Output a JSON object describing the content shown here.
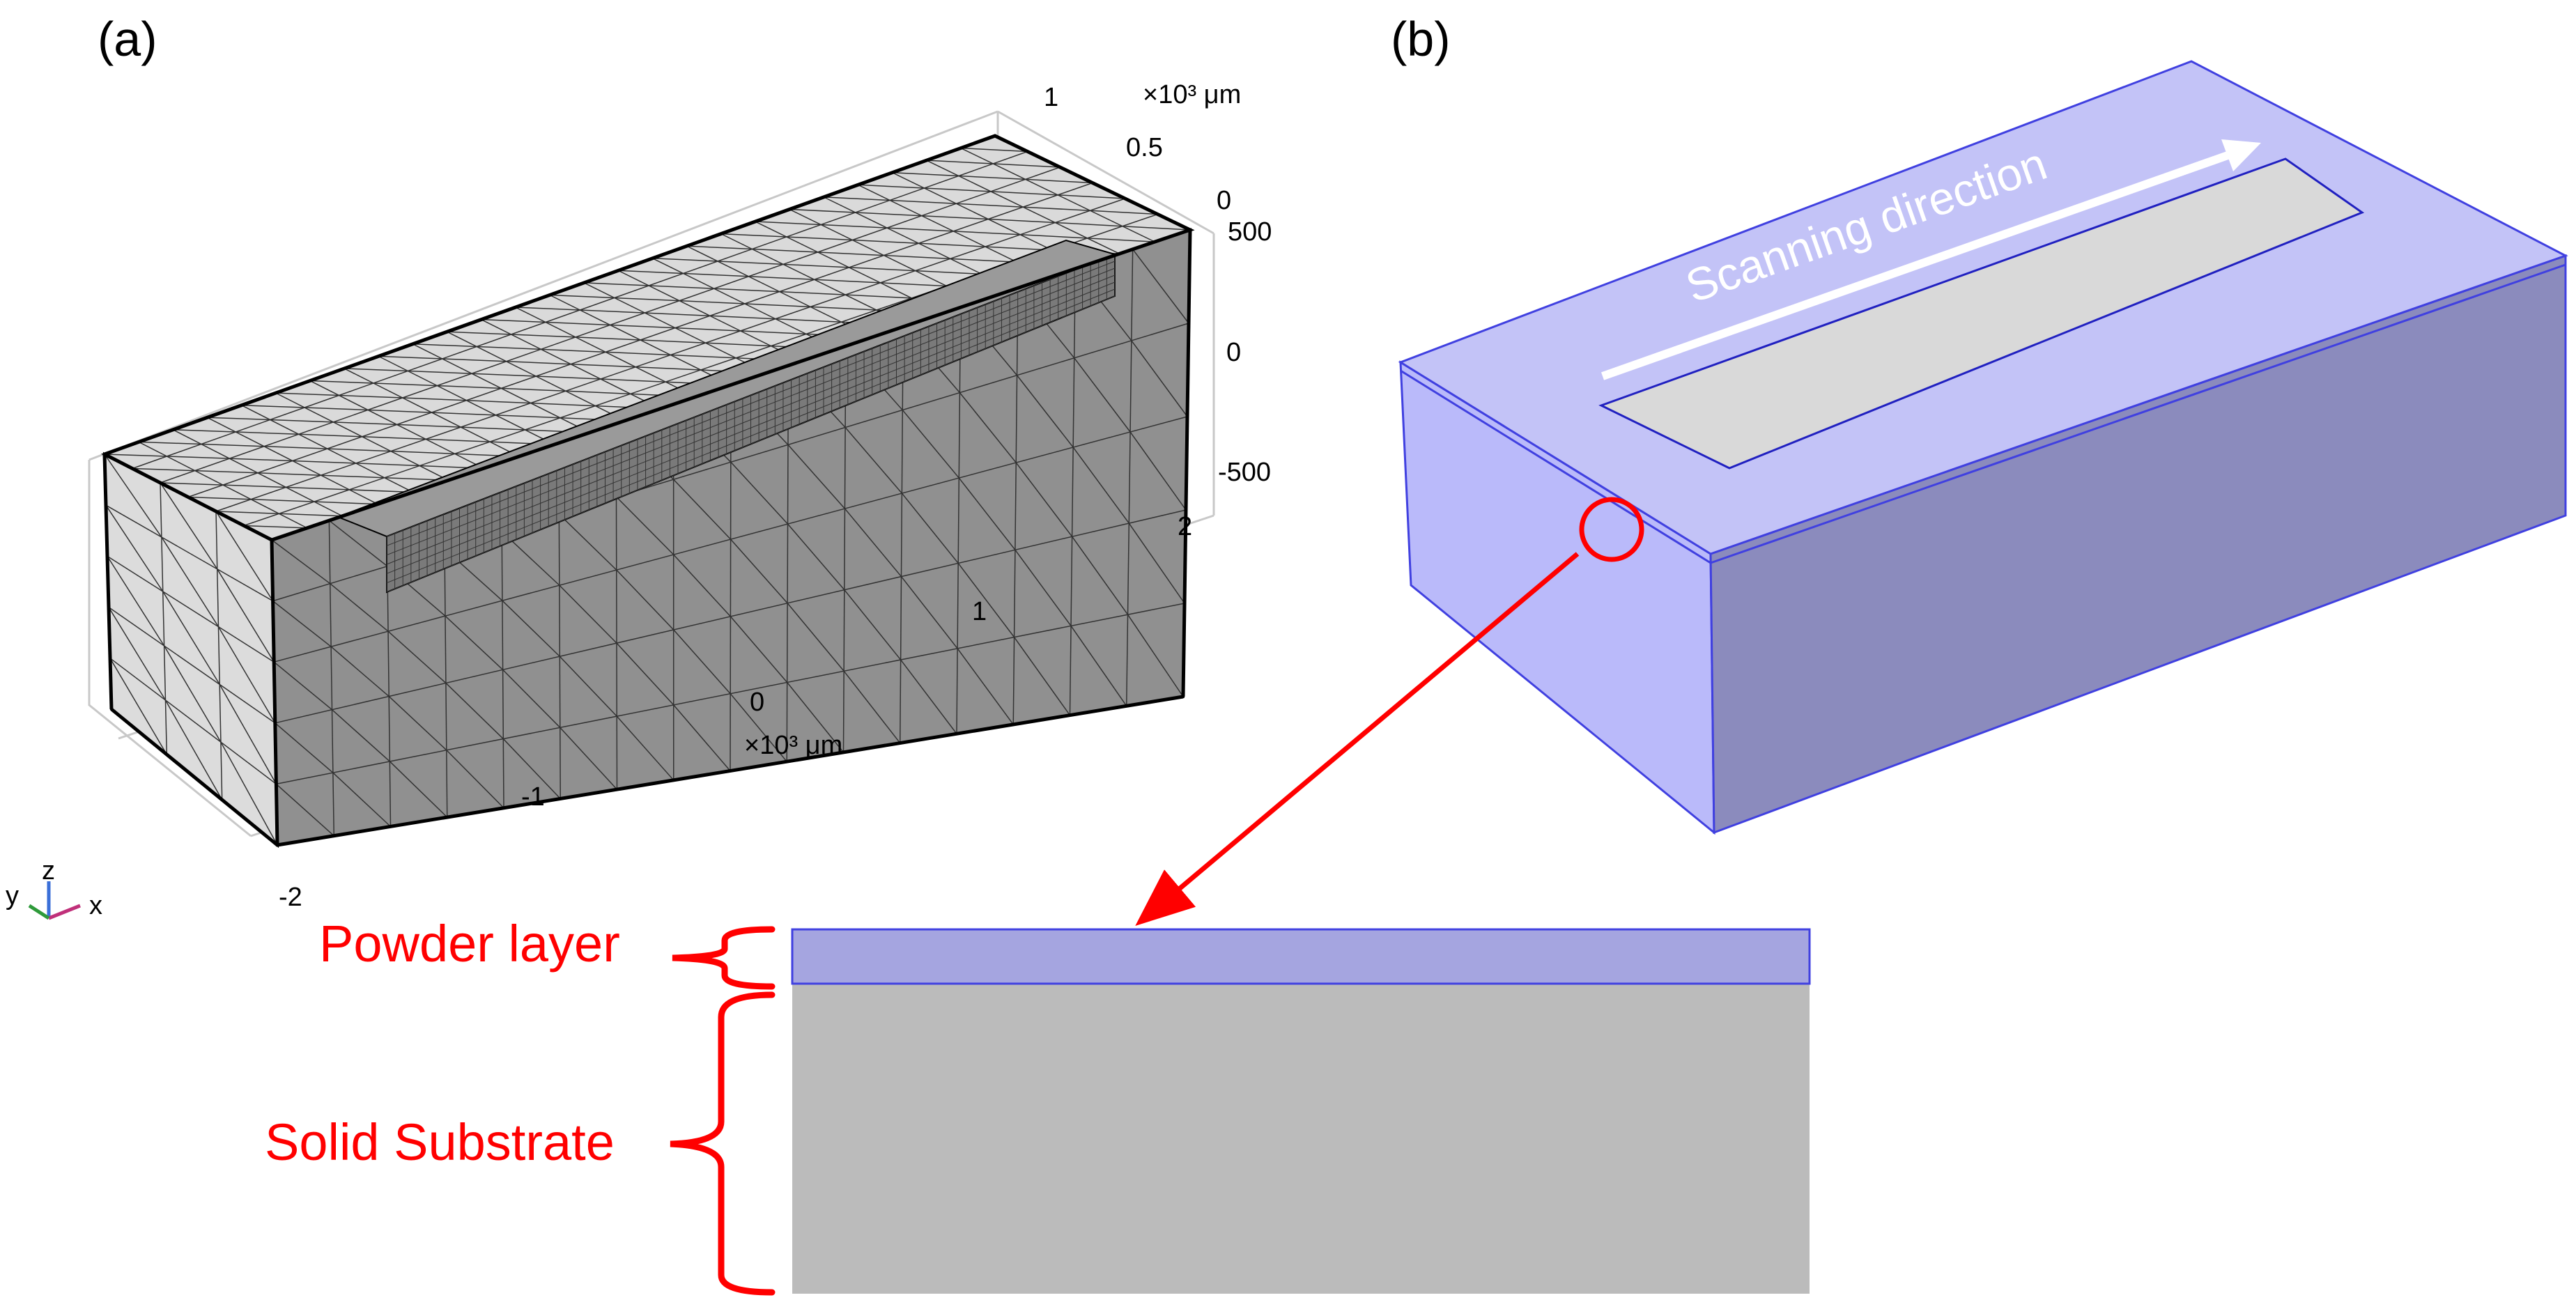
{
  "panels": {
    "a": {
      "label": "(a)",
      "y_axis_ticks": [
        "1",
        "0.5",
        "0"
      ],
      "y_axis_unit": "×10³ μm",
      "z_axis_ticks": [
        "500",
        "0",
        "-500"
      ],
      "x_axis_ticks": [
        "2",
        "1",
        "0",
        "-1",
        "-2"
      ],
      "x_axis_unit": "×10³ μm",
      "triad": {
        "y": "y",
        "z": "z",
        "x": "x"
      }
    },
    "b": {
      "label": "(b)",
      "scanning_label": "Scanning direction"
    }
  },
  "callouts": {
    "powder_layer": "Powder layer",
    "solid_substrate": "Solid Substrate"
  },
  "colors": {
    "powder_blue": "#a5a5e0",
    "block_top": "#c3c3f7",
    "block_side_left": "#babafa",
    "block_side_right": "#8b8bbd",
    "substrate_gray": "#bbbbbb",
    "annotation_red": "#ff0000"
  }
}
